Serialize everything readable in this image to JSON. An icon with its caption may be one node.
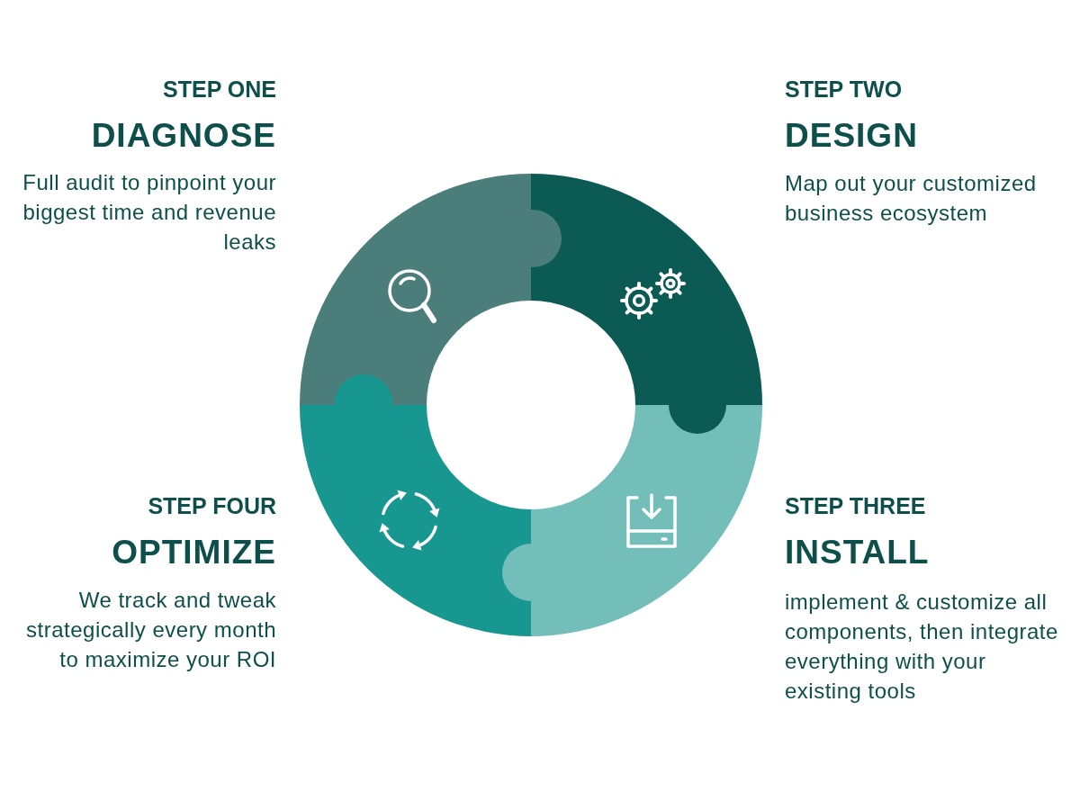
{
  "diagram": {
    "labels": [
      "STEP ONE",
      "DIAGNOSE",
      "Full audit to pinpoint your biggest time and revenue leaks",
      "STEP TWO",
      "DESIGN",
      "Map out your customized business ecosystem",
      "STEP FOUR",
      "OPTIMIZE",
      "We track and tweak strategically every month to maximize your ROI",
      "STEP THREE",
      "INSTALL",
      "implement & customize all components, then integrate everything with your existing tools"
    ]
  }
}
